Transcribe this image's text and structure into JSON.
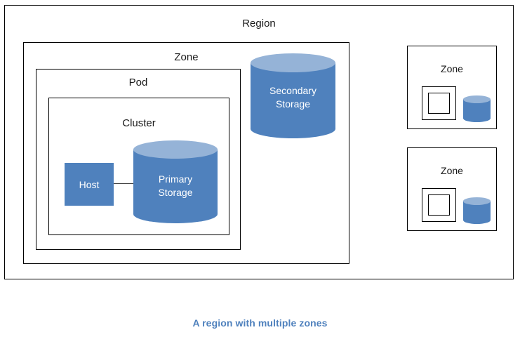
{
  "caption": "A region with multiple zones",
  "colors": {
    "cylinder_body": "#4F81BD",
    "cylinder_top": "#95B3D7",
    "host_fill": "#4F81BD",
    "border": "#000000",
    "caption_text": "#4F81BD",
    "connector": "#404040",
    "canvas_background": "#FFFFFF"
  },
  "diagram": {
    "region": {
      "label": "Region",
      "zone": {
        "label": "Zone",
        "pod": {
          "label": "Pod",
          "cluster": {
            "label": "Cluster",
            "host": {
              "label": "Host"
            },
            "primary_storage": {
              "label": "Primary\nStorage",
              "line1": "Primary",
              "line2": "Storage"
            }
          }
        },
        "secondary_storage": {
          "label": "Secondary\nStorage",
          "line1": "Secondary",
          "line2": "Storage"
        }
      }
    },
    "side_zones": [
      {
        "label": "Zone",
        "host": "host-square",
        "storage": "storage-cylinder"
      },
      {
        "label": "Zone",
        "host": "host-square",
        "storage": "storage-cylinder"
      }
    ]
  }
}
